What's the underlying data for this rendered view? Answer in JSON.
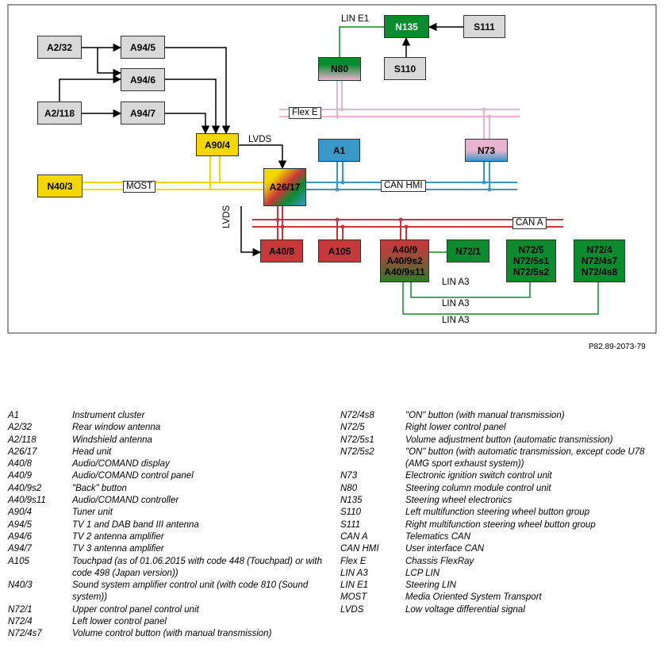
{
  "diagram": {
    "reference": "P82.89-2073-79",
    "nodes": {
      "a2_32": {
        "label": "A2/32",
        "color": "#d9d9d9"
      },
      "a2_118": {
        "label": "A2/118",
        "color": "#d9d9d9"
      },
      "a94_5": {
        "label": "A94/5",
        "color": "#d9d9d9"
      },
      "a94_6": {
        "label": "A94/6",
        "color": "#d9d9d9"
      },
      "a94_7": {
        "label": "A94/7",
        "color": "#d9d9d9"
      },
      "a90_4": {
        "label": "A90/4",
        "color": "#f5d700"
      },
      "n40_3": {
        "label": "N40/3",
        "color": "#f5d700"
      },
      "a26_17": {
        "label": "A26/17",
        "color": "multicolor"
      },
      "a1": {
        "label": "A1",
        "color": "#3a98c8"
      },
      "n73": {
        "label": "N73",
        "color": "pink-blue"
      },
      "n80": {
        "label": "N80",
        "color": "green-pink"
      },
      "n135": {
        "label": "N135",
        "color": "#0b8a2e"
      },
      "s111": {
        "label": "S111",
        "color": "#d9d9d9"
      },
      "s110": {
        "label": "S110",
        "color": "#d9d9d9"
      },
      "a40_8": {
        "label": "A40/8",
        "color": "#c8373c"
      },
      "a105": {
        "label": "A105",
        "color": "#c8373c"
      },
      "a40_9": {
        "lines": [
          "A40/9",
          "A40/9s2",
          "A40/9s11"
        ],
        "color": "red-green"
      },
      "n72_1": {
        "label": "N72/1",
        "color": "#0b8a2e"
      },
      "n72_5": {
        "lines": [
          "N72/5",
          "N72/5s1",
          "N72/5s2"
        ],
        "color": "#0b8a2e"
      },
      "n72_4": {
        "lines": [
          "N72/4",
          "N72/4s7",
          "N72/4s8"
        ],
        "color": "#0b8a2e"
      }
    },
    "bus_labels": {
      "most": "MOST",
      "can_hmi": "CAN HMI",
      "can_a": "CAN A",
      "flex_e": "Flex E",
      "lin_e1": "LIN E1",
      "lvds_top": "LVDS",
      "lvds_side": "LVDS",
      "lin_a3": [
        "LIN A3",
        "LIN A3",
        "LIN A3"
      ]
    },
    "bus_colors": {
      "most": "#f5d700",
      "can_hmi": "#3a98c8",
      "can_a": "#c8373c",
      "flex_e": "#e8b4cf",
      "lin": "#0b8a2e"
    }
  },
  "legend": {
    "left": [
      {
        "code": "A1",
        "desc": "Instrument cluster"
      },
      {
        "code": "A2/32",
        "desc": "Rear window antenna"
      },
      {
        "code": "A2/118",
        "desc": "Windshield antenna"
      },
      {
        "code": "A26/17",
        "desc": "Head unit"
      },
      {
        "code": "A40/8",
        "desc": "Audio/COMAND display"
      },
      {
        "code": "A40/9",
        "desc": "Audio/COMAND control panel"
      },
      {
        "code": "A40/9s2",
        "desc": "\"Back\" button"
      },
      {
        "code": "A40/9s11",
        "desc": "Audio/COMAND controller"
      },
      {
        "code": "A90/4",
        "desc": "Tuner unit"
      },
      {
        "code": "A94/5",
        "desc": "TV 1 and DAB band III antenna"
      },
      {
        "code": "A94/6",
        "desc": "TV 2 antenna amplifier"
      },
      {
        "code": "A94/7",
        "desc": "TV 3 antenna amplifier"
      },
      {
        "code": "A105",
        "desc": "Touchpad (as of 01.06.2015 with code 448 (Touchpad) or with code 498 (Japan version))"
      },
      {
        "code": "N40/3",
        "desc": "Sound system amplifier control unit (with code 810 (Sound system))"
      },
      {
        "code": "N72/1",
        "desc": "Upper control panel control unit"
      },
      {
        "code": "N72/4",
        "desc": "Left lower control panel"
      },
      {
        "code": "N72/4s7",
        "desc": "Volume control button (with manual transmission)"
      }
    ],
    "right": [
      {
        "code": "N72/4s8",
        "desc": "\"ON\" button (with manual transmission)"
      },
      {
        "code": "N72/5",
        "desc": "Right lower control panel"
      },
      {
        "code": "N72/5s1",
        "desc": "Volume adjustment button (automatic transmission)"
      },
      {
        "code": "N72/5s2",
        "desc": "\"ON\" button (with automatic transmission, except code U78 (AMG sport exhaust system))"
      },
      {
        "code": "N73",
        "desc": "Electronic ignition switch control unit"
      },
      {
        "code": "N80",
        "desc": "Steering column module control unit"
      },
      {
        "code": "N135",
        "desc": "Steering wheel electronics"
      },
      {
        "code": "S110",
        "desc": "Left multifunction steering wheel button group"
      },
      {
        "code": "S111",
        "desc": "Right multifunction steering wheel button group"
      },
      {
        "code": "CAN A",
        "desc": "Telematics CAN"
      },
      {
        "code": "CAN HMI",
        "desc": "User interface CAN"
      },
      {
        "code": "Flex E",
        "desc": "Chassis FlexRay"
      },
      {
        "code": "LIN A3",
        "desc": "LCP LIN"
      },
      {
        "code": "LIN E1",
        "desc": "Steering LIN"
      },
      {
        "code": "MOST",
        "desc": "Media Oriented System Transport"
      },
      {
        "code": "LVDS",
        "desc": "Low voltage differential signal"
      }
    ]
  }
}
